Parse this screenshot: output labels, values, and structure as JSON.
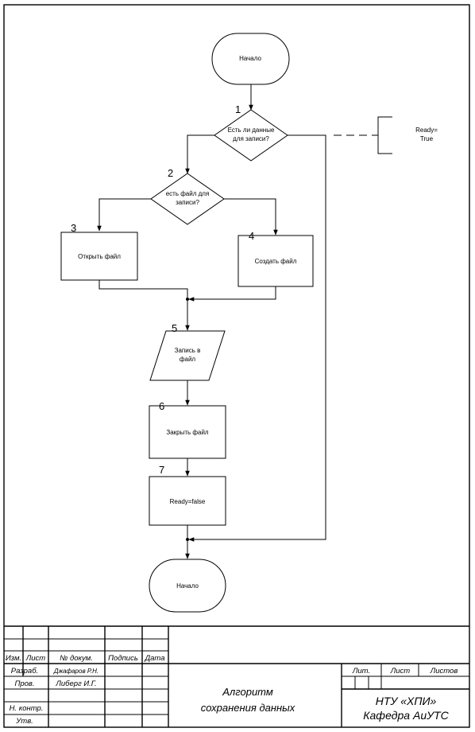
{
  "diagram": {
    "nodes": {
      "start": "Начало",
      "end": "Начало",
      "d1": [
        "Есть ли данные",
        "для записи?"
      ],
      "d2": [
        "есть файл для",
        "записи?"
      ],
      "b3": "Открыть файл",
      "b4": "Создать файл",
      "io5": [
        "Запись в",
        "файл"
      ],
      "b6": "Закрыть файл",
      "b7": "Ready=false"
    },
    "numbers": {
      "n1": "1",
      "n2": "2",
      "n3": "3",
      "n4": "4",
      "n5": "5",
      "n6": "6",
      "n7": "7"
    },
    "comment": [
      "Ready=",
      "True"
    ]
  },
  "stamp": {
    "header": {
      "izm": "Изм.",
      "list": "Лист",
      "dokum": "№ докум.",
      "podpis": "Подпись",
      "data": "Дата"
    },
    "roles": {
      "razrab": "Разраб.",
      "prov": "Пров.",
      "nkontr": "Н. контр.",
      "utv": "Утв."
    },
    "names": {
      "razrab": "Джафаров Р.Н.",
      "prov": "Либерг И.Г."
    },
    "title": [
      "Алгоритм",
      "сохранения данных"
    ],
    "lit": {
      "lit": "Лит.",
      "list": "Лист",
      "listov": "Листов"
    },
    "org": [
      "НТУ «ХПИ»",
      "Кафедра АиУТС"
    ]
  }
}
